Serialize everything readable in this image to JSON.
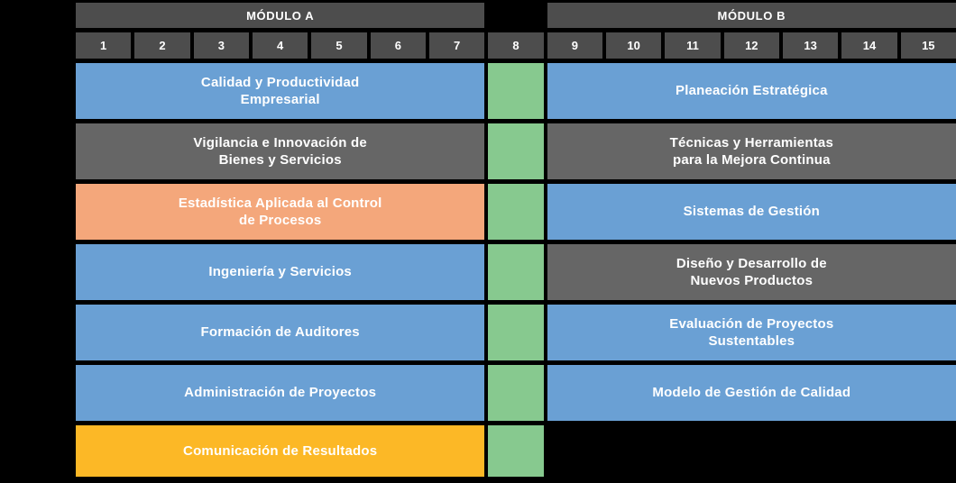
{
  "palette": {
    "background": "#000000",
    "header_gray": "#4d4d4d",
    "bar_gray": "#666666",
    "bar_blue": "#6aa0d4",
    "bar_orange": "#f4a77b",
    "bar_yellow": "#fcb826",
    "break_green": "#87c98f",
    "text_white": "#ffffff"
  },
  "modules": [
    {
      "label": "MÓDULO A",
      "columns": "1-7"
    },
    {
      "label": "MÓDULO B",
      "columns": "9-15"
    }
  ],
  "columns": [
    "1",
    "2",
    "3",
    "4",
    "5",
    "6",
    "7",
    "8",
    "9",
    "10",
    "11",
    "12",
    "13",
    "14",
    "15"
  ],
  "rows": [
    {
      "left": {
        "label": "Calidad y Productividad\nEmpresarial",
        "color": "#6aa0d4"
      },
      "mid_color": "#87c98f",
      "right": {
        "label": "Planeación Estratégica",
        "color": "#6aa0d4"
      }
    },
    {
      "left": {
        "label": "Vigilancia e Innovación de\nBienes y Servicios",
        "color": "#666666"
      },
      "mid_color": "#87c98f",
      "right": {
        "label": "Técnicas y Herramientas\npara la Mejora Continua",
        "color": "#666666"
      }
    },
    {
      "left": {
        "label": "Estadística Aplicada al Control\nde Procesos",
        "color": "#f4a77b"
      },
      "mid_color": "#87c98f",
      "right": {
        "label": "Sistemas de Gestión",
        "color": "#6aa0d4"
      }
    },
    {
      "left": {
        "label": "Ingeniería y Servicios",
        "color": "#6aa0d4"
      },
      "mid_color": "#87c98f",
      "right": {
        "label": "Diseño y Desarrollo de\nNuevos Productos",
        "color": "#666666"
      }
    },
    {
      "left": {
        "label": "Formación de Auditores",
        "color": "#6aa0d4"
      },
      "mid_color": "#87c98f",
      "right": {
        "label": "Evaluación de Proyectos\nSustentables",
        "color": "#6aa0d4"
      }
    },
    {
      "left": {
        "label": "Administración de Proyectos",
        "color": "#6aa0d4"
      },
      "mid_color": "#87c98f",
      "right": {
        "label": "Modelo de Gestión de Calidad",
        "color": "#6aa0d4"
      }
    },
    {
      "left": {
        "label": "Comunicación de Resultados",
        "color": "#fcb826"
      },
      "mid_color": "#87c98f",
      "right": null
    }
  ]
}
